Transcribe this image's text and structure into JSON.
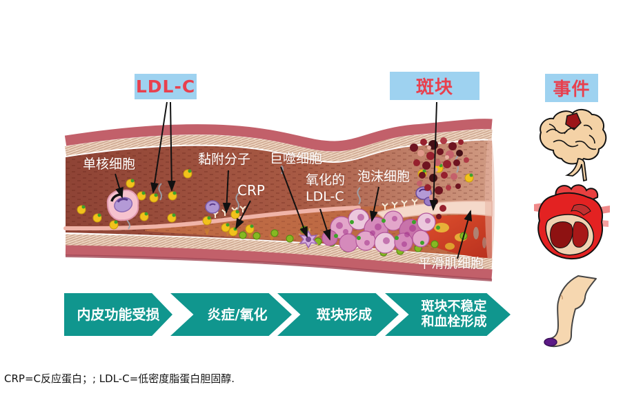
{
  "labels": {
    "ldl_c": "LDL-C",
    "plaque": "斑块",
    "events": "事件",
    "monocyte": "单核细胞",
    "adhesion_molecules": "黏附分子",
    "macrophage": "巨噬细胞",
    "crp": "CRP",
    "oxidized_ldl": "氧化的\nLDL-C",
    "foam_cells": "泡沫细胞",
    "smooth_muscle_cells": "平滑肌细胞"
  },
  "stages": [
    {
      "label": "内皮功能受损"
    },
    {
      "label": "炎症/氧化"
    },
    {
      "label": "斑块形成"
    },
    {
      "label": "斑块不稳定\n和血栓形成"
    }
  ],
  "event_icons": [
    {
      "name": "brain-icon",
      "meaning": "stroke"
    },
    {
      "name": "heart-icon",
      "meaning": "myocardial infarction"
    },
    {
      "name": "leg-icon",
      "meaning": "peripheral arterial disease"
    }
  ],
  "footnote": "CRP=C反应蛋白；; LDL-C=低密度脂蛋白胆固醇.",
  "colors": {
    "label_box_bg": "#9ED2F0",
    "label_text_red": "#E8404E",
    "stage_teal": "#10968E",
    "vessel_wall_rose": "#C2606A",
    "lumen_brown": "#9A4A3A",
    "ldl_yellow": "#F2C21C",
    "oxidized_green": "#86B822"
  }
}
